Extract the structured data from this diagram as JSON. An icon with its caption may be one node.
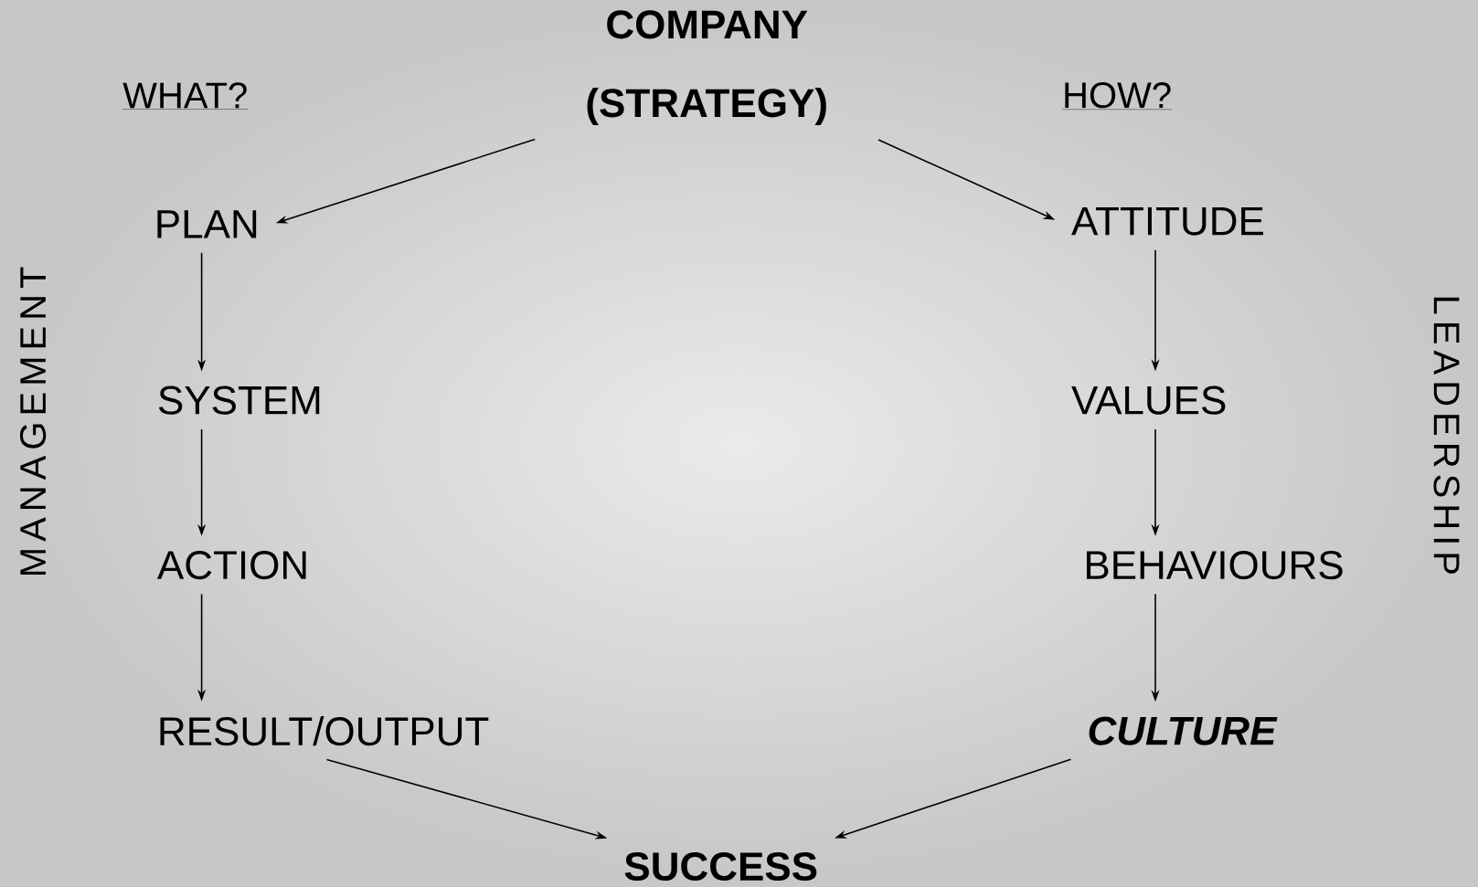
{
  "diagram": {
    "nodes": [
      {
        "text": [
          "COMPANY (STRATEGY)"
        ]
      },
      {
        "text": [
          "PLAN"
        ]
      },
      {
        "text": [
          "SYSTEM"
        ]
      },
      {
        "text": [
          "ACTION"
        ]
      },
      {
        "text": [
          "RESULT/OUTPUT"
        ]
      },
      {
        "text": [
          "ATTITUDE"
        ]
      },
      {
        "text": [
          "VALUES"
        ]
      },
      {
        "text": [
          "BEHAVIOURS"
        ]
      },
      {
        "text": [
          "CULTURE"
        ]
      },
      {
        "text": [
          "SUCCESS"
        ]
      }
    ],
    "edges": [
      {
        "from": 0,
        "to": 1,
        "arrow": "to"
      },
      {
        "from": 1,
        "to": 2,
        "arrow": "to"
      },
      {
        "from": 2,
        "to": 3,
        "arrow": "to"
      },
      {
        "from": 3,
        "to": 4,
        "arrow": "to"
      },
      {
        "from": 0,
        "to": 5,
        "arrow": "to"
      },
      {
        "from": 5,
        "to": 6,
        "arrow": "to"
      },
      {
        "from": 6,
        "to": 7,
        "arrow": "to"
      },
      {
        "from": 7,
        "to": 8,
        "arrow": "to"
      },
      {
        "from": 4,
        "to": 9,
        "arrow": "to"
      },
      {
        "from": 8,
        "to": 9,
        "arrow": "to"
      }
    ],
    "labels": [
      "WHAT?",
      "HOW?",
      "MANAGEMENT",
      "LEADERSHIP"
    ]
  }
}
